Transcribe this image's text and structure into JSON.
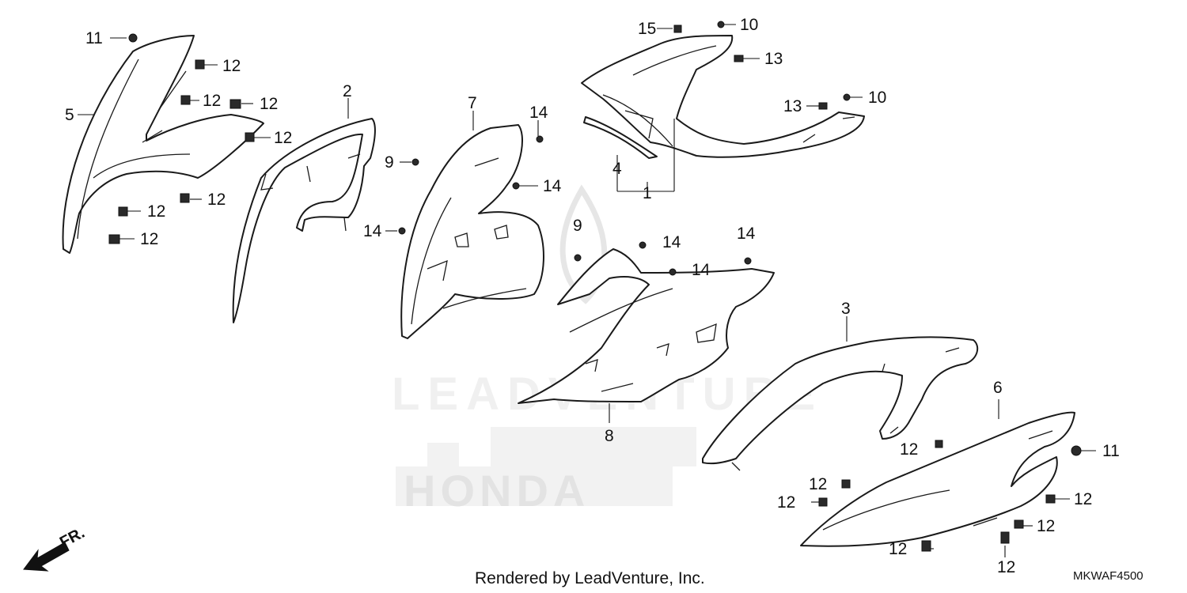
{
  "callouts": [
    {
      "text": "11"
    },
    {
      "text": "12"
    },
    {
      "text": "12"
    },
    {
      "text": "12"
    },
    {
      "text": "5"
    },
    {
      "text": "12"
    },
    {
      "text": "12"
    },
    {
      "text": "12"
    },
    {
      "text": "12"
    },
    {
      "text": "2"
    },
    {
      "text": "7"
    },
    {
      "text": "14"
    },
    {
      "text": "9"
    },
    {
      "text": "14"
    },
    {
      "text": "14"
    },
    {
      "text": "15"
    },
    {
      "text": "10"
    },
    {
      "text": "13"
    },
    {
      "text": "13"
    },
    {
      "text": "10"
    },
    {
      "text": "4"
    },
    {
      "text": "1"
    },
    {
      "text": "9"
    },
    {
      "text": "14"
    },
    {
      "text": "14"
    },
    {
      "text": "14"
    },
    {
      "text": "3"
    },
    {
      "text": "8"
    },
    {
      "text": "6"
    },
    {
      "text": "12"
    },
    {
      "text": "11"
    },
    {
      "text": "12"
    },
    {
      "text": "12"
    },
    {
      "text": "12"
    },
    {
      "text": "12"
    },
    {
      "text": "12"
    },
    {
      "text": "12"
    }
  ],
  "footer": {
    "credit": "Rendered by LeadVenture, Inc.",
    "diagram_code": "MKWAF4500"
  },
  "direction": {
    "label": "FR.",
    "icon": "front-arrow-icon"
  },
  "watermark": {
    "brand": "HONDA",
    "text": "LEADVENTURE"
  },
  "colors": {
    "line": "#1a1a1a",
    "background": "#ffffff",
    "watermark": "#e6e6e6"
  }
}
